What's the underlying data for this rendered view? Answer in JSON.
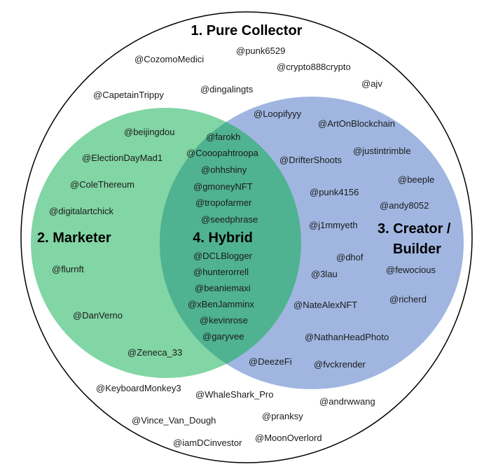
{
  "colors": {
    "outer_stroke": "#000000",
    "marketer_fill": "#82d5a4",
    "creator_fill": "#a0b6e1",
    "hybrid_fill": "#4fb290",
    "text": "#1a1a1a"
  },
  "titles": {
    "pure_collector": "1. Pure Collector",
    "marketer": "2. Marketer",
    "creator_line1": "3. Creator /",
    "creator_line2": "Builder",
    "hybrid": "4. Hybrid"
  },
  "handles": {
    "pure_collector": [
      "@CozomoMedici",
      "@punk6529",
      "@crypto888crypto",
      "@ajv",
      "@CapetainTrippy",
      "@dingalingts",
      "@KeyboardMonkey3",
      "@WhaleShark_Pro",
      "@andrwwang",
      "@Vince_Van_Dough",
      "@pranksy",
      "@iamDCinvestor",
      "@MoonOverlord"
    ],
    "marketer": [
      "@beijingdou",
      "@ElectionDayMad1",
      "@ColeThereum",
      "@digitalartchick",
      "@flurnft",
      "@DanVerno",
      "@Zeneca_33"
    ],
    "hybrid": [
      "@farokh",
      "@Cooopahtroopa",
      "@ohhshiny",
      "@gmoneyNFT",
      "@tropofarmer",
      "@seedphrase",
      "@DCLBlogger",
      "@hunterorrell",
      "@beaniemaxi",
      "@xBenJamminx",
      "@kevinrose",
      "@garyvee"
    ],
    "creator": [
      "@Loopifyyy",
      "@ArtOnBlockchain",
      "@DrifterShoots",
      "@justintrimble",
      "@beeple",
      "@punk4156",
      "@andy8052",
      "@j1mmyeth",
      "@dhof",
      "@fewocious",
      "@3lau",
      "@richerd",
      "@NateAlexNFT",
      "@NathanHeadPhoto",
      "@DeezeFi",
      "@fvckrender"
    ]
  }
}
